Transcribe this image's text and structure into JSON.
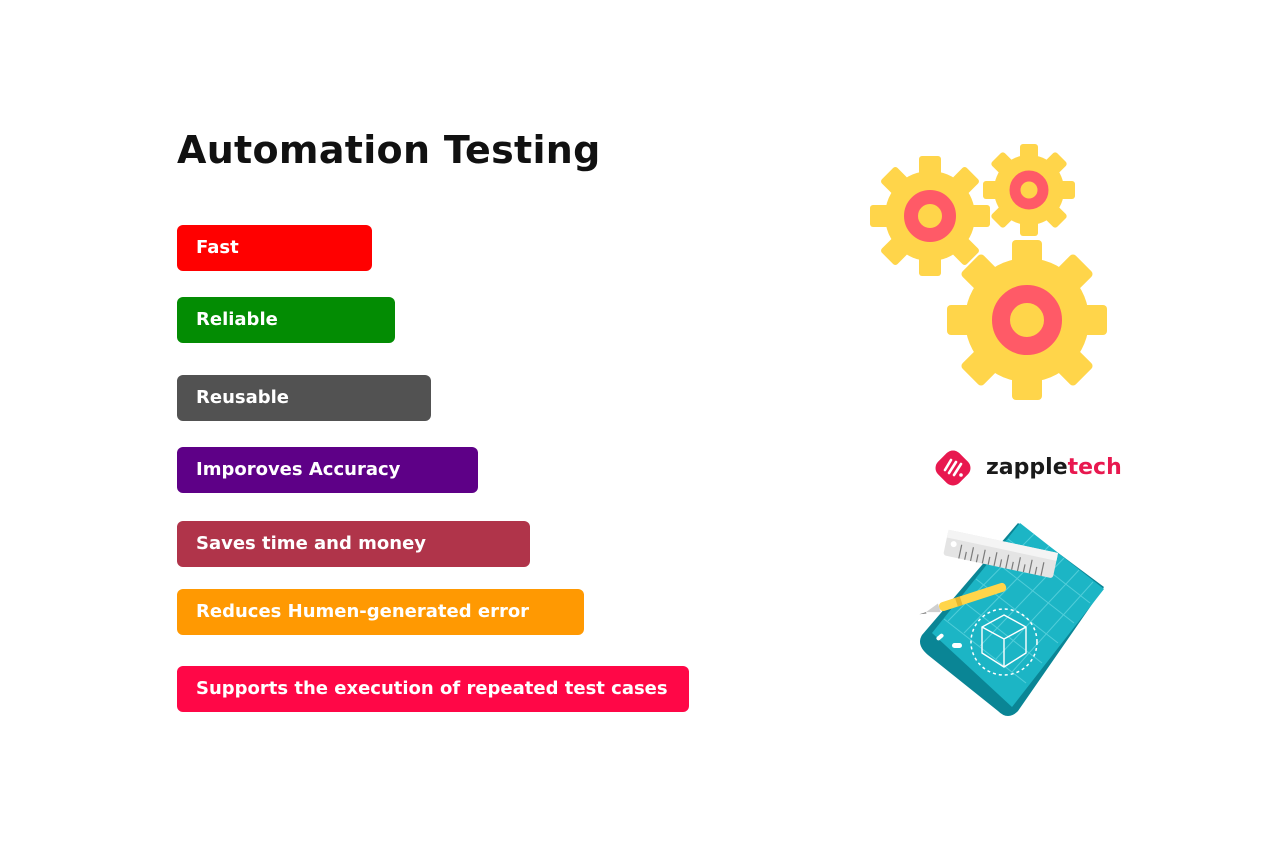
{
  "title": "Automation Testing",
  "bars": [
    {
      "label": "Fast",
      "color": "#ff0000"
    },
    {
      "label": "Reliable",
      "color": "#038c03"
    },
    {
      "label": "Reusable",
      "color": "#525252"
    },
    {
      "label": "Imporoves Accuracy",
      "color": "#5e0087"
    },
    {
      "label": "Saves time and money",
      "color": "#b0344a"
    },
    {
      "label": "Reduces Humen-generated error",
      "color": "#ff9902"
    },
    {
      "label": "Supports the execution of repeated test cases",
      "color": "#ff0747"
    }
  ],
  "logo": {
    "part1": "zapple",
    "part2": "tech",
    "brand_color": "#e8184f"
  },
  "icons": {
    "gears": "gears-icon",
    "blueprint": "blueprint-ruler-pen-icon"
  }
}
